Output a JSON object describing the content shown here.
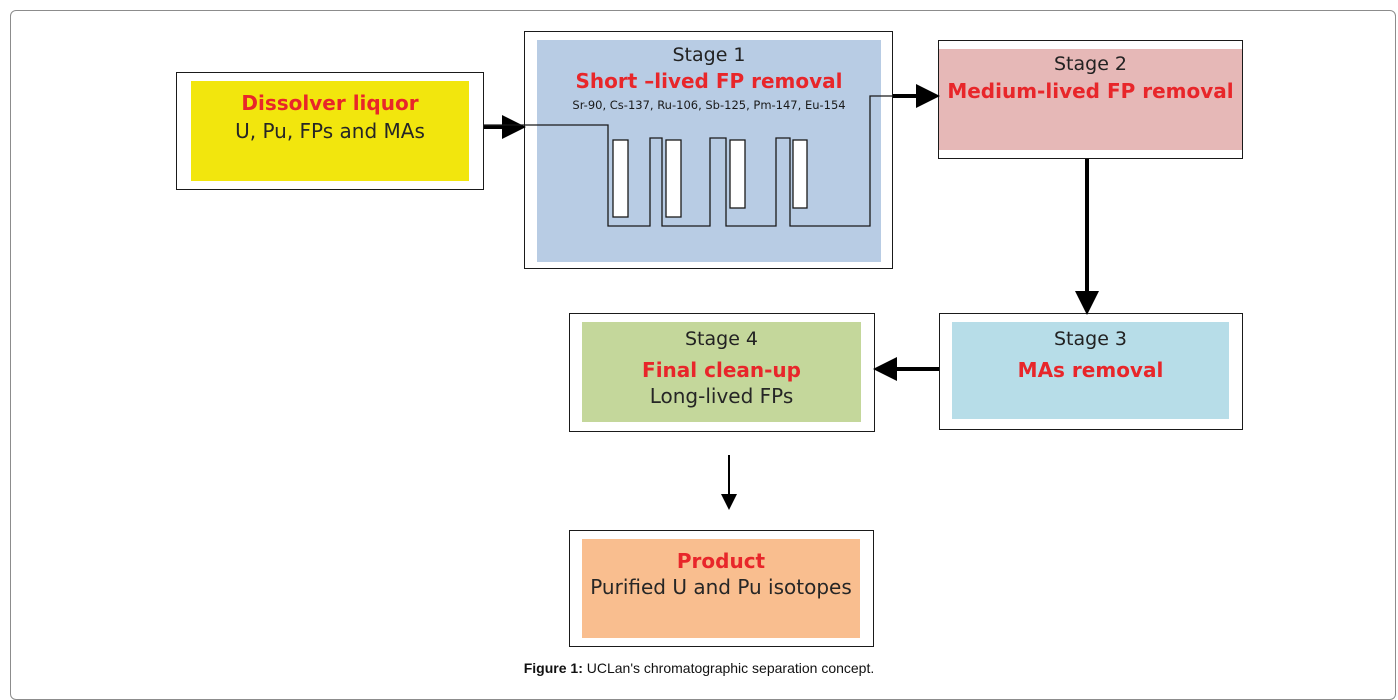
{
  "dissolver": {
    "title": "Dissolver liquor",
    "content": "U, Pu, FPs and MAs"
  },
  "stage1": {
    "label": "Stage 1",
    "title": "Short –lived FP removal",
    "isotopes": "Sr-90, Cs-137, Ru-106, Sb-125, Pm-147, Eu-154"
  },
  "stage2": {
    "label": "Stage 2",
    "title": "Medium-lived FP removal"
  },
  "stage3": {
    "label": "Stage 3",
    "title": "MAs removal"
  },
  "stage4": {
    "label": "Stage 4",
    "title": "Final clean-up",
    "content": "Long-lived FPs"
  },
  "product": {
    "title": "Product",
    "content": "Purified U and Pu isotopes"
  },
  "caption": {
    "prefix": "Figure 1:",
    "text": " UCLan's chromatographic separation concept."
  },
  "colors": {
    "dissolver_fill": "#f2e60d",
    "stage1_fill": "#b8cce4",
    "stage2_fill": "#e6b8b7",
    "stage3_fill": "#b7dde8",
    "stage4_fill": "#c4d79b",
    "product_fill": "#f9be8f",
    "title_red": "#e8262a"
  }
}
